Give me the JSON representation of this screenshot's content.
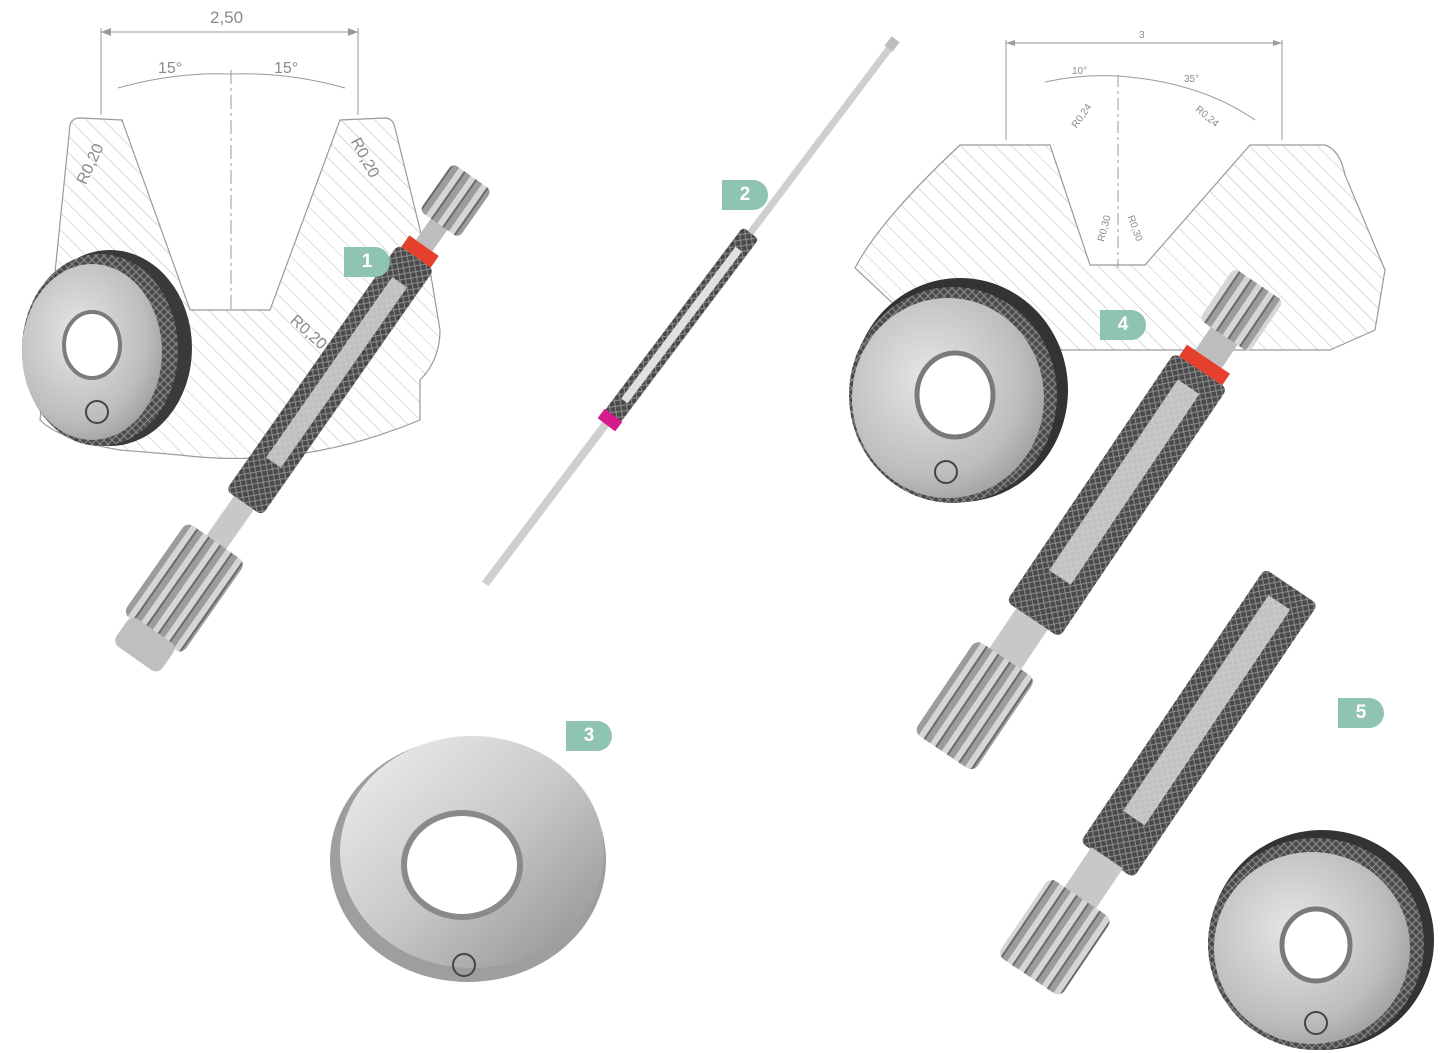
{
  "badges": [
    "1",
    "2",
    "3",
    "4",
    "5"
  ],
  "drawing_left": {
    "width": "2,50",
    "angle_left": "15°",
    "angle_right": "15°",
    "radius_top_left": "R0,20",
    "radius_top_right": "R0,20",
    "radius_bottom": "R0,20"
  },
  "drawing_right": {
    "width": "3",
    "angle_left": "10°",
    "angle_right": "35°",
    "radius_top_left": "R0,24",
    "radius_top_right": "R0,24",
    "radius_bottom_left": "R0,30",
    "radius_bottom_right": "R0,30"
  },
  "colors": {
    "badge": "#8fc4b2",
    "steel_light": "#d9d9d9",
    "steel_dark": "#5a5a5a",
    "knurl": "#3c3c3c",
    "band_red": "#e5402e",
    "band_magenta": "#d61b8f",
    "drawing_line": "#9a9a9a"
  }
}
